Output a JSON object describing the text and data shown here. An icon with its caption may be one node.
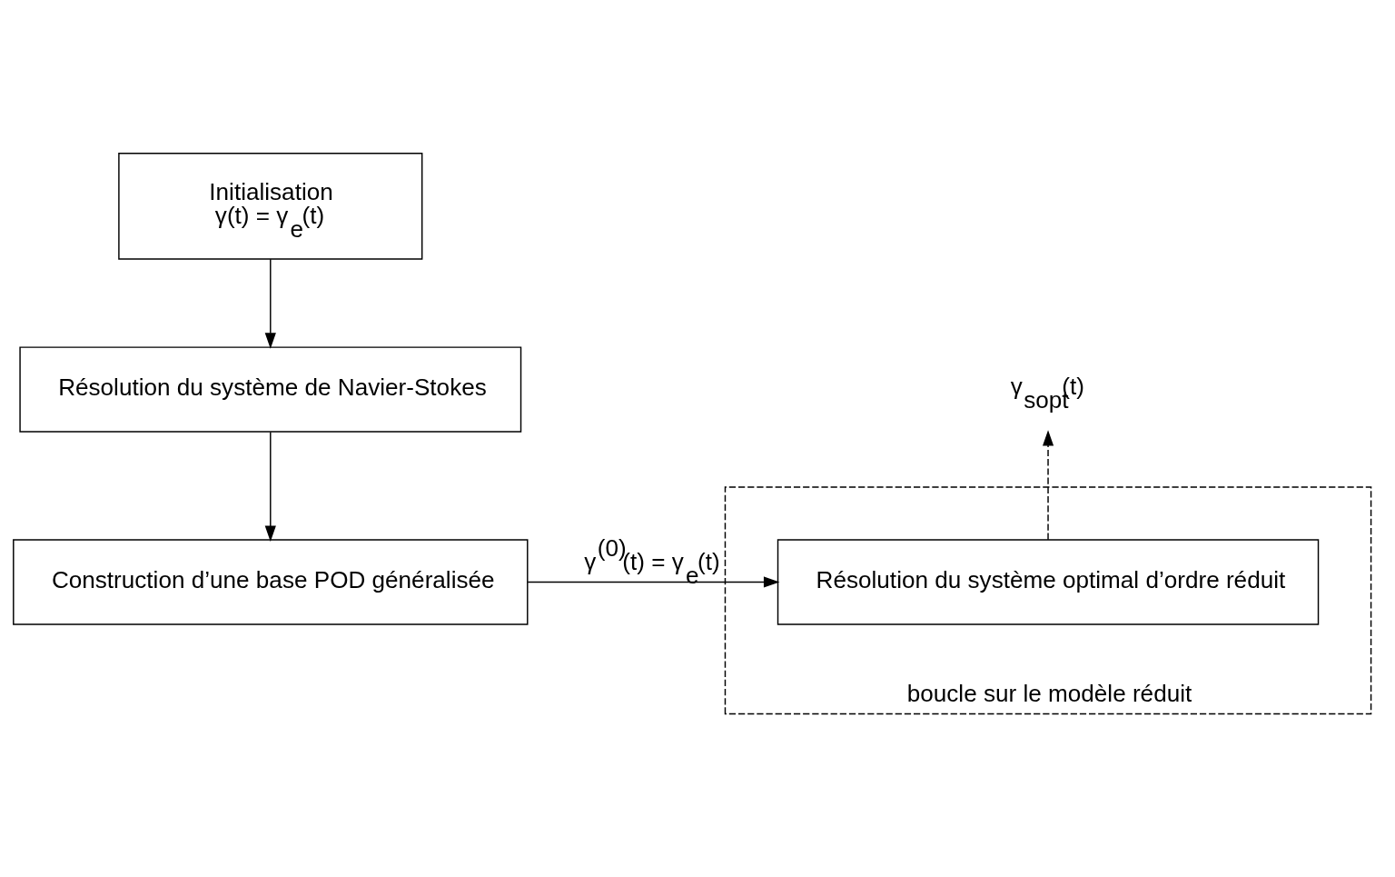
{
  "diagram": {
    "nodes": [
      {
        "text": [
          "Initialisation",
          "γ(t) = γ$_{e}$(t)"
        ]
      },
      {
        "text": [
          "Résolution du système de Navier-Stokes"
        ]
      },
      {
        "text": [
          "Construction d’une base POD généralisée"
        ]
      },
      {
        "text": [
          "boucle sur le modèle réduit"
        ]
      },
      {
        "text": [
          "Résolution du système optimal d’ordre réduit"
        ],
        "in": 3
      },
      {
        "text": [
          "γ$_{sopt}$(t)"
        ]
      }
    ],
    "edges": [
      {
        "from": 0,
        "to": 1,
        "arrow": "to"
      },
      {
        "from": 1,
        "to": 2,
        "arrow": "to"
      },
      {
        "from": 2,
        "to": 4,
        "arrow": "to",
        "label": "γ$^{(0)}$(t) = γ$_{e}$(t)"
      },
      {
        "from": 4,
        "to": 5,
        "arrow": "to",
        "style": "dashed"
      }
    ]
  }
}
